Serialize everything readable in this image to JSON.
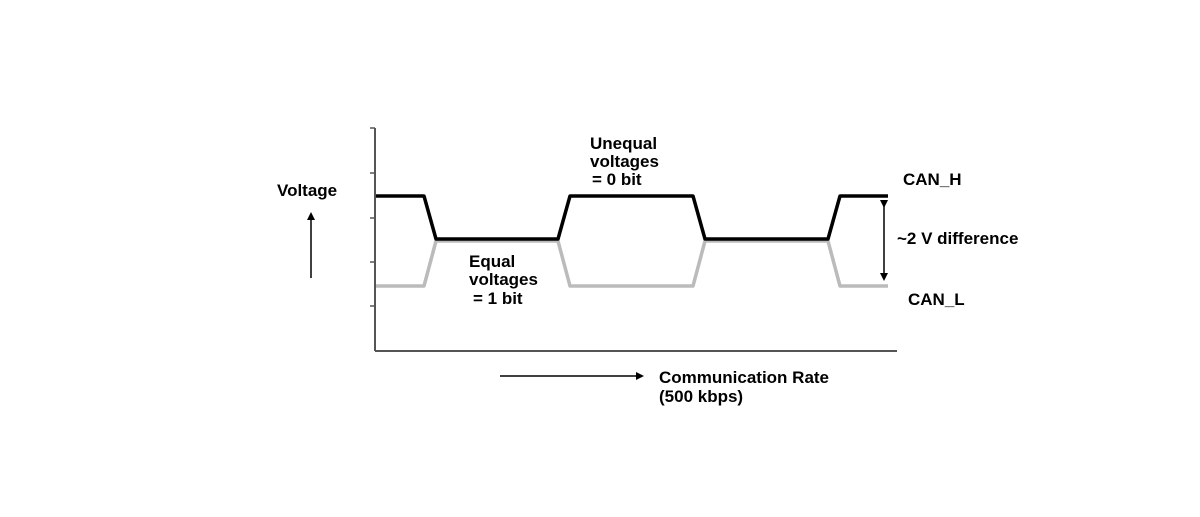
{
  "labels": {
    "y_axis": "Voltage",
    "x_axis_line1": "Communication Rate",
    "x_axis_line2": "(500 kbps)",
    "can_h": "CAN_H",
    "can_l": "CAN_L",
    "difference": "~2 V difference",
    "unequal_line1": "Unequal",
    "unequal_line2": "voltages",
    "unequal_line3": "= 0 bit",
    "equal_line1": "Equal",
    "equal_line2": "voltages",
    "equal_line3": "= 1 bit"
  },
  "colors": {
    "can_h": "#000000",
    "can_l": "#bbbbbb",
    "axis": "#555555"
  }
}
